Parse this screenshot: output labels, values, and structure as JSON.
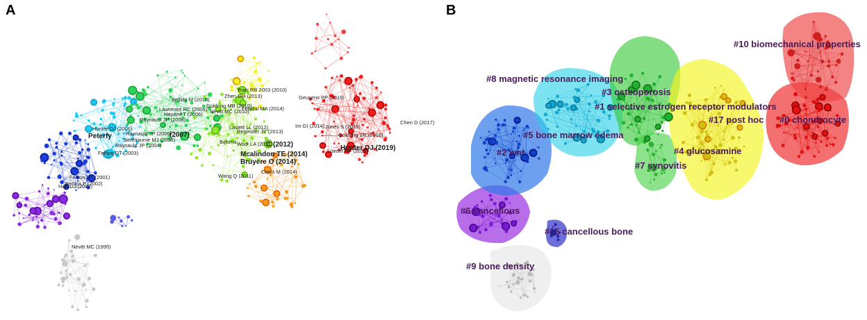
{
  "panels": {
    "a": {
      "letter": "A"
    },
    "b": {
      "letter": "B"
    }
  },
  "network_a": {
    "author_labels": [
      "Buer RB 2003 (2010)",
      "Zhen GH (2013)",
      "Bellido M (2010)",
      "Lawrence RC (2008)",
      "Hayami T (2006)",
      "Goldring MB (2010)",
      "Nevitt MC (2010)",
      "Felsdal MA (2014)",
      "Geusens PP (2016)",
      "Raynauld JP (2008)",
      "Hunter DJ (2006)",
      "Peterfy",
      "Raynauld JP (2006)",
      "(2007)",
      "Berthiaume MJ (2005)",
      "Raynauld JP (2004)",
      "Felson DT (2003)",
      "Laslett LL (2012)",
      "Reginster JY (2013)",
      "Im GI (2014)",
      "Jones S (2015)",
      "Chen D (2017)",
      "Goldring SR (2016)",
      "Bijlsma",
      "Wadi LA (2011)",
      "C (2012)",
      "Mcalindon TE (2014)",
      "Bruyere O (2014)",
      "Loeser RF (2016)",
      "Hunter DJ (2019)",
      "Felson DT (2001)",
      "Bettica P (2002)",
      "Hart DJ (2002)",
      "Wang Q (2011)",
      "Cross M (2014)",
      "Nevitt MC (1995)"
    ]
  },
  "network_b": {
    "clusters": [
      {
        "id": "c10",
        "label": "#10 biomechanical properties",
        "color": "#f05050"
      },
      {
        "id": "c8",
        "label": "#8 magnetic resonance imaging",
        "color": "#20d0e0"
      },
      {
        "id": "c3",
        "label": "#3 osteoporosis",
        "color": "#30c830"
      },
      {
        "id": "c1",
        "label": "#1 selective estrogen receptor modulators",
        "color": "#f0f020"
      },
      {
        "id": "c17",
        "label": "#17 post hoc",
        "color": "#f0f020"
      },
      {
        "id": "c0",
        "label": "#0 chondrocyte",
        "color": "#f03030"
      },
      {
        "id": "c5",
        "label": "#5 bone marrow edema",
        "color": "#20d0e0"
      },
      {
        "id": "c2",
        "label": "#2 wnt",
        "color": "#2070e0"
      },
      {
        "id": "c4",
        "label": "#4 glucosamine",
        "color": "#70d030"
      },
      {
        "id": "c7",
        "label": "#7 synovitis",
        "color": "#30c830"
      },
      {
        "id": "c6",
        "label": "#6 cancellous",
        "color": "#9020d0"
      },
      {
        "id": "c15",
        "label": "#15 cancellous bone",
        "color": "#2020c0"
      },
      {
        "id": "c9",
        "label": "#9 bone density",
        "color": "#d0d0d0"
      }
    ]
  }
}
